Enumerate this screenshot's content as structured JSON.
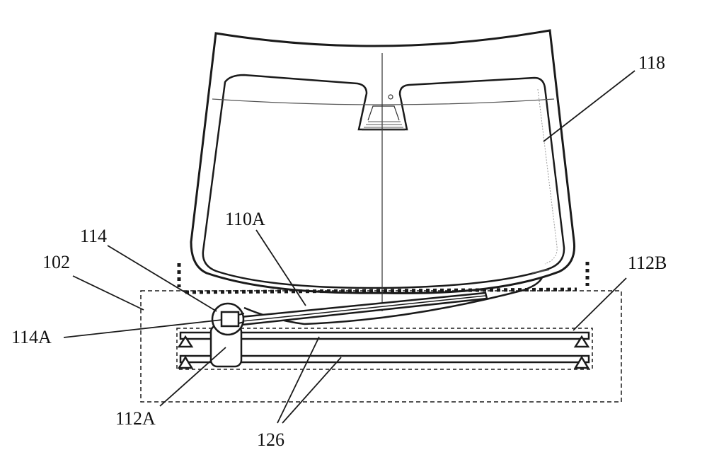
{
  "labels": {
    "l118": "118",
    "l110A": "110A",
    "l114": "114",
    "l102": "102",
    "l112B": "112B",
    "l114A": "114A",
    "l112A": "112A",
    "l126": "126"
  },
  "colors": {
    "ink": "#1a1a1a",
    "background": "#ffffff"
  }
}
